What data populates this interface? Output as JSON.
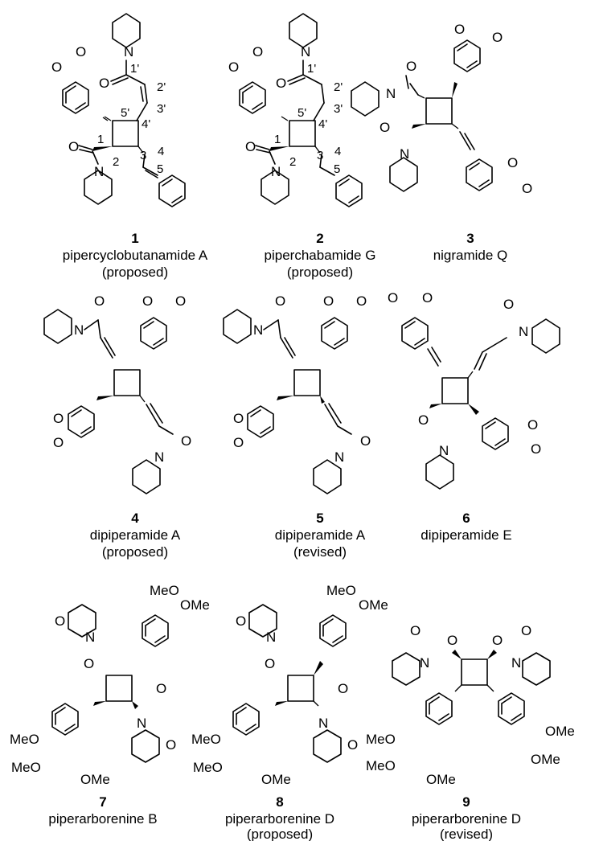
{
  "compounds": [
    {
      "id": "1",
      "name": "pipercyclobutanamide A",
      "note": "(proposed)"
    },
    {
      "id": "2",
      "name": "piperchabamide G",
      "note": "(proposed)"
    },
    {
      "id": "3",
      "name": "nigramide Q",
      "note": ""
    },
    {
      "id": "4",
      "name": "dipiperamide A",
      "note": "(proposed)"
    },
    {
      "id": "5",
      "name": "dipiperamide A",
      "note": "(revised)"
    },
    {
      "id": "6",
      "name": "dipiperamide E",
      "note": ""
    },
    {
      "id": "7",
      "name": "piperarborenine B",
      "note": ""
    },
    {
      "id": "8",
      "name": "piperarborenine D",
      "note": "(proposed)"
    },
    {
      "id": "9",
      "name": "piperarborenine D",
      "note": "(revised)"
    }
  ],
  "atoms": {
    "O": "O",
    "N": "N",
    "OMe": "OMe",
    "MeO": "MeO"
  },
  "locants": {
    "l1p": "1'",
    "l2p": "2'",
    "l3p": "3'",
    "l4p": "4'",
    "l5p": "5'",
    "l1": "1",
    "l2": "2",
    "l3": "3",
    "l4": "4",
    "l5": "5"
  }
}
